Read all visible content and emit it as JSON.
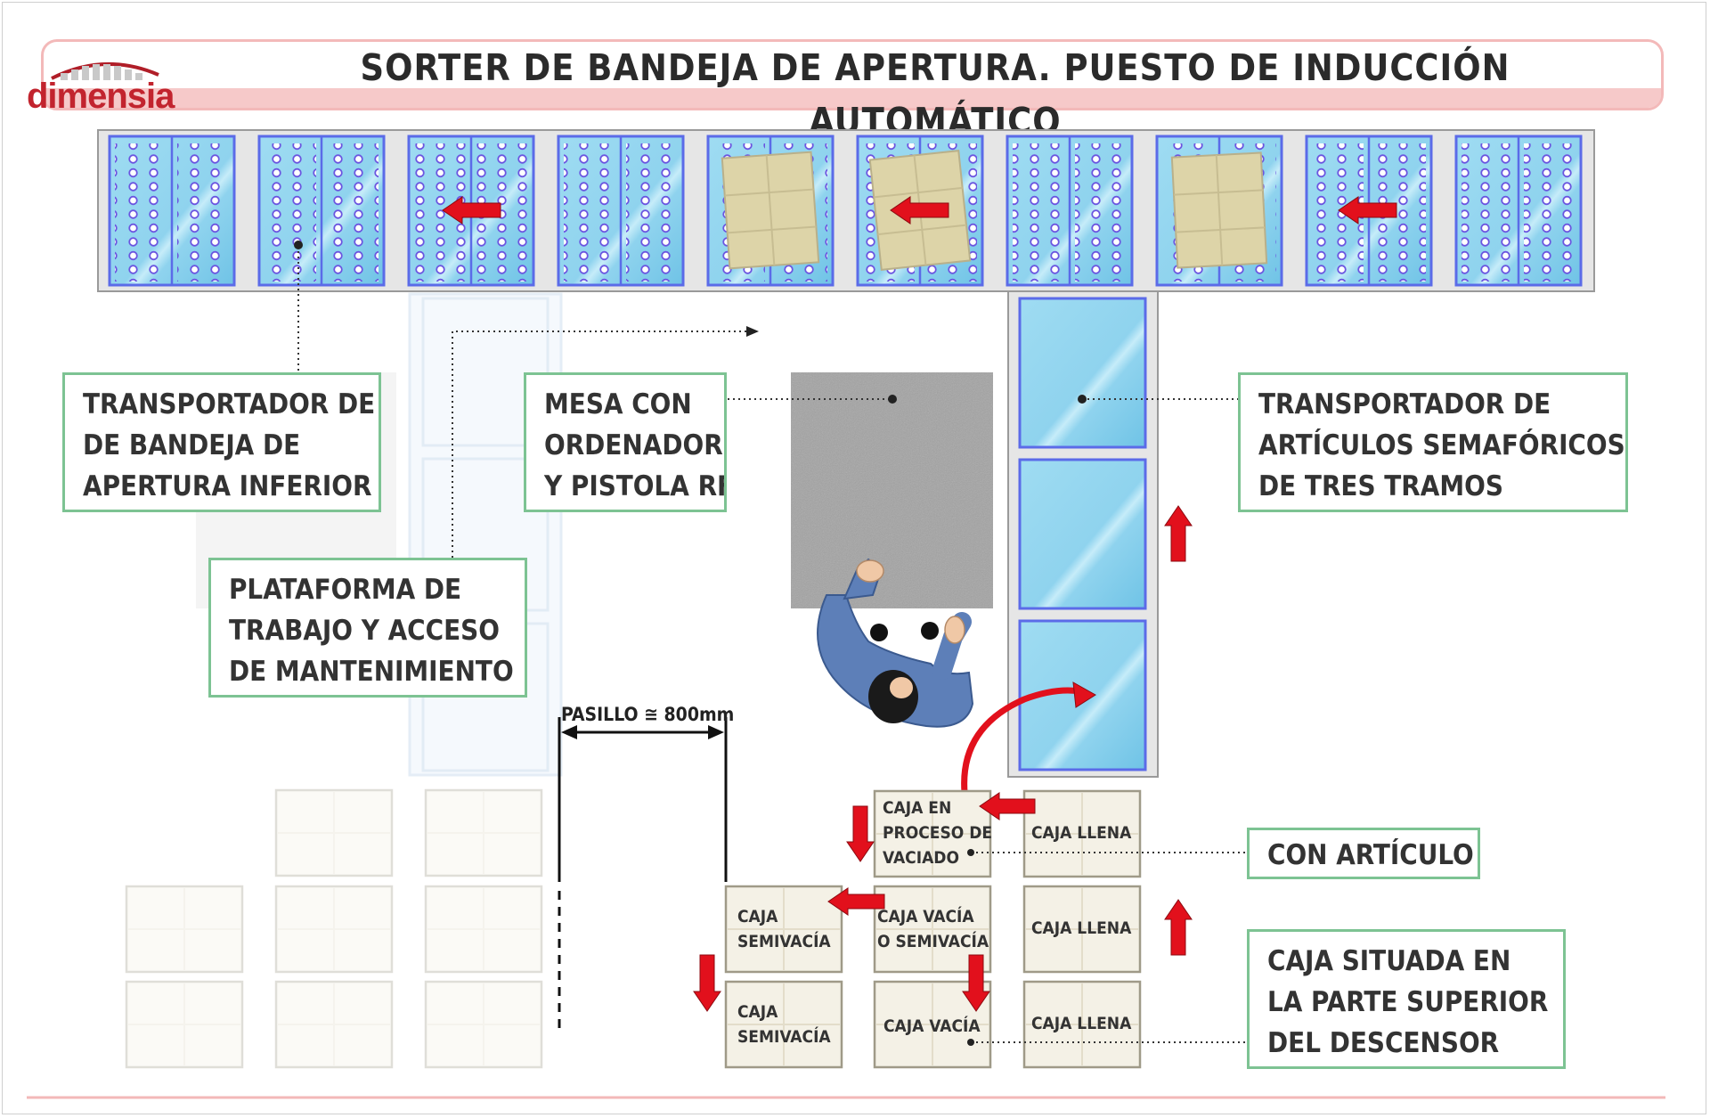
{
  "title": "SORTER DE BANDEJA DE APERTURA. PUESTO DE INDUCCIÓN AUTOMÁTICO",
  "logo": {
    "text": "dimensia",
    "color": "#c2242e"
  },
  "colors": {
    "label_border": "#7dc393",
    "arrow": "#e2101c",
    "tray_blue": "#8fd3ee",
    "tray_frame": "#5b6be8",
    "box": "#f4f1e6",
    "parcel": "#ddd4a8"
  },
  "labels": {
    "lower_tray": [
      "TRANSPORTADOR DE",
      "DE BANDEJA DE",
      "APERTURA INFERIOR"
    ],
    "desk": [
      "MESA CON",
      "ORDENADOR",
      "Y PISTOLA RF"
    ],
    "conveyor": [
      "TRANSPORTADOR DE",
      "ARTÍCULOS SEMAFÓRICOS",
      "DE TRES TRAMOS"
    ],
    "platform": [
      "PLATAFORMA DE",
      "TRABAJO Y ACCESO",
      "DE MANTENIMIENTO"
    ],
    "with_item": [
      "CON ARTÍCULO"
    ],
    "top_box": [
      "CAJA SITUADA EN",
      "LA PARTE SUPERIOR",
      "DEL DESCENSOR"
    ]
  },
  "aisle": "PASILLO ≅ 800mm",
  "boxes": {
    "emptying": [
      "CAJA EN",
      "PROCESO DE",
      "VACIADO"
    ],
    "full": "CAJA LLENA",
    "empty_or_semi": [
      "CAJA VACÍA",
      "O SEMIVACÍA"
    ],
    "semi": [
      "CAJA",
      "SEMIVACÍA"
    ],
    "empty": "CAJA VACÍA"
  }
}
